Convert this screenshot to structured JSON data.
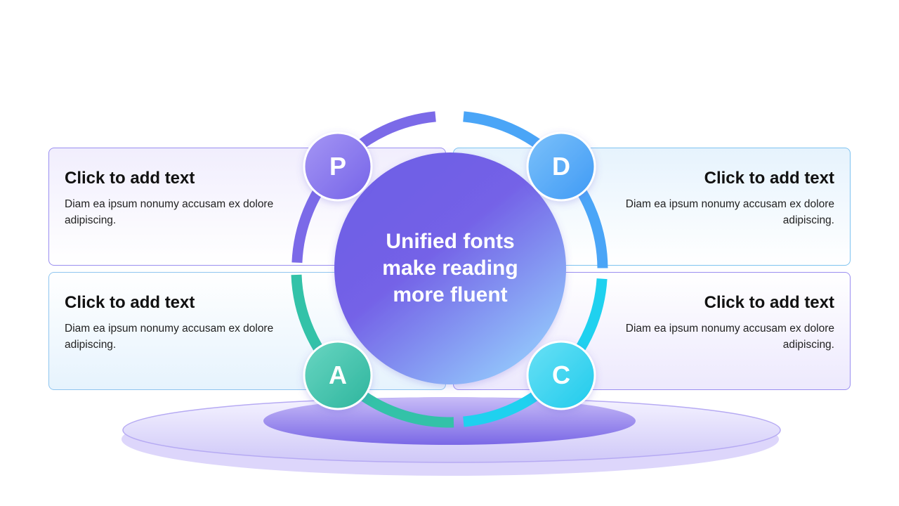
{
  "center": {
    "lines": [
      "Unified fonts",
      "make reading",
      "more fluent"
    ]
  },
  "stages": [
    {
      "letter": "P",
      "title": "Click to add text",
      "body": "Diam ea ipsum nonumy accusam ex dolore adipiscing.",
      "color": "#8c7ff0"
    },
    {
      "letter": "D",
      "title": "Click to add text",
      "body": "Diam ea ipsum nonumy accusam ex dolore adipiscing.",
      "color": "#4aa5f7"
    },
    {
      "letter": "A",
      "title": "Click to add text",
      "body": "Diam ea ipsum nonumy accusam ex dolore adipiscing.",
      "color": "#33c2a8"
    },
    {
      "letter": "C",
      "title": "Click to add text",
      "body": "Diam ea ipsum nonumy accusam ex dolore adipiscing.",
      "color": "#29cfee"
    }
  ],
  "colors": {
    "purple": "#7b6ae8",
    "blue": "#4aa5f7",
    "teal": "#33c2a8",
    "cyan": "#1fd1ef",
    "center_start": "#6f5ce6",
    "center_end": "#93c8fb"
  }
}
